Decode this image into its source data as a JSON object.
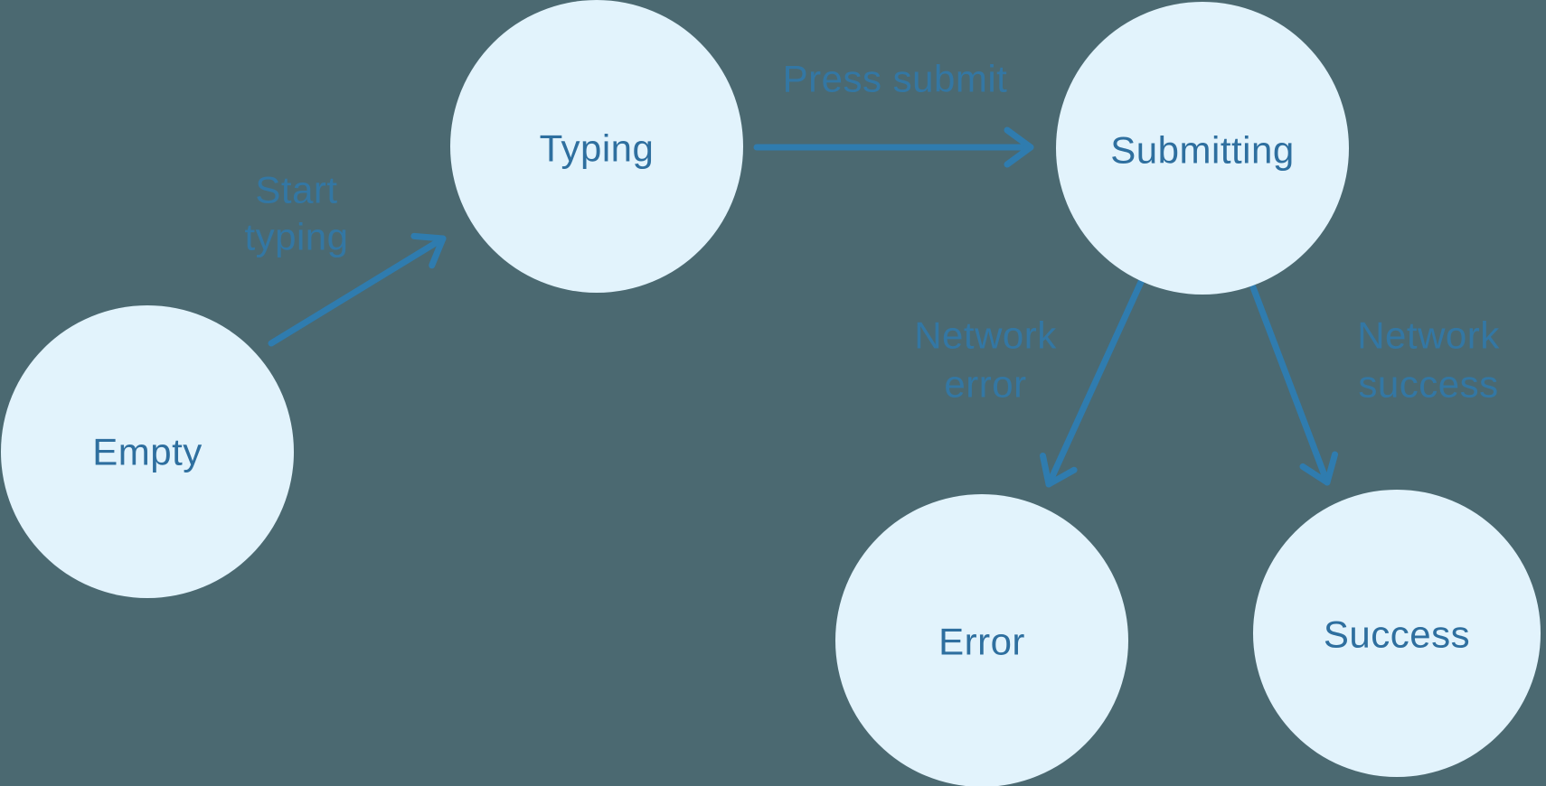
{
  "diagram": {
    "type": "state-machine",
    "background_color": "#4B6971",
    "node_fill_color": "#E2F3FC",
    "node_text_color": "#2E6F9F",
    "arrow_color": "#2F7CAF",
    "edge_label_color": "#3179A9",
    "nodes": [
      {
        "id": "empty",
        "label": "Empty"
      },
      {
        "id": "typing",
        "label": "Typing"
      },
      {
        "id": "submitting",
        "label": "Submitting"
      },
      {
        "id": "error",
        "label": "Error"
      },
      {
        "id": "success",
        "label": "Success"
      }
    ],
    "edges": [
      {
        "id": "start-typing",
        "from": "Empty",
        "to": "Typing",
        "label": "Start typing",
        "label_lines": [
          "Start",
          "typing"
        ]
      },
      {
        "id": "press-submit",
        "from": "Typing",
        "to": "Submitting",
        "label": "Press submit",
        "label_lines": [
          "Press submit",
          ""
        ]
      },
      {
        "id": "network-error",
        "from": "Submitting",
        "to": "Error",
        "label": "Network error",
        "label_lines": [
          "Network",
          "error"
        ]
      },
      {
        "id": "network-success",
        "from": "Submitting",
        "to": "Success",
        "label": "Network success",
        "label_lines": [
          "Network",
          "success"
        ]
      }
    ]
  }
}
